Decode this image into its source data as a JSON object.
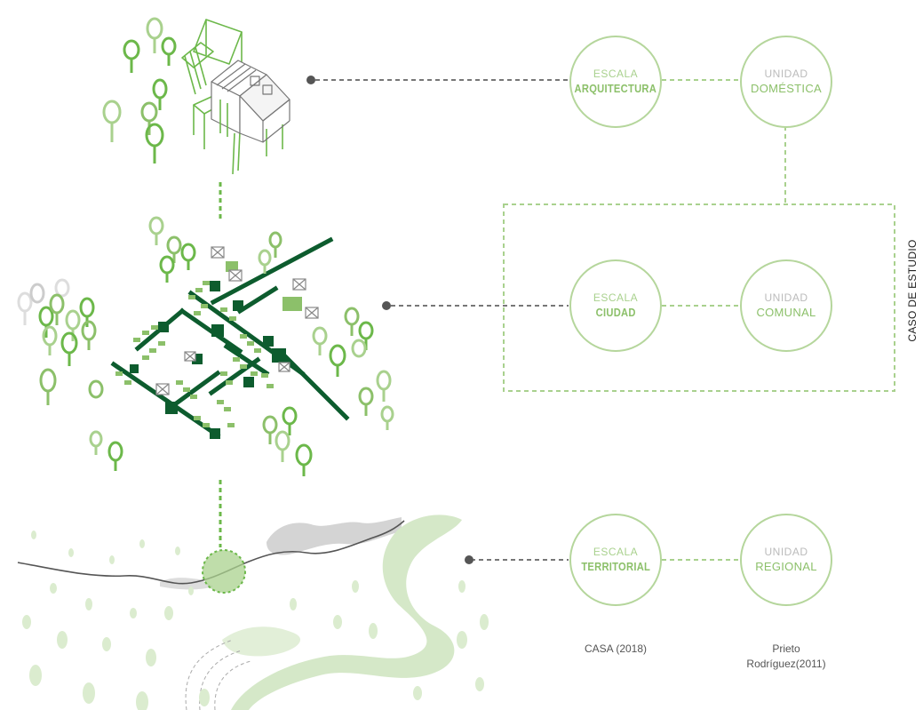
{
  "diagram": {
    "architecture": {
      "scale_top": "ESCALA",
      "scale_bottom": "ARQUITECTURA",
      "unit_top": "UNIDAD",
      "unit_bottom": "DOMÉSTICA"
    },
    "city": {
      "scale_top": "ESCALA",
      "scale_bottom": "CIUDAD",
      "unit_top": "UNIDAD",
      "unit_bottom": "COMUNAL"
    },
    "territory": {
      "scale_top": "ESCALA",
      "scale_bottom": "TERRITORIAL",
      "unit_top": "UNIDAD",
      "unit_bottom": "REGIONAL"
    },
    "case_study_label": "CASO DE ESTUDIO",
    "sources": {
      "scale_source": "CASA (2018)",
      "unit_source_line1": "Prieto",
      "unit_source_line2": "Rodríguez(2011)"
    }
  },
  "colors": {
    "dark_green": "#0d5c2e",
    "mid_green": "#5aa640",
    "light_green": "#a9d18e",
    "pale_green": "#cfe6c0",
    "dash_grey": "#777777"
  }
}
